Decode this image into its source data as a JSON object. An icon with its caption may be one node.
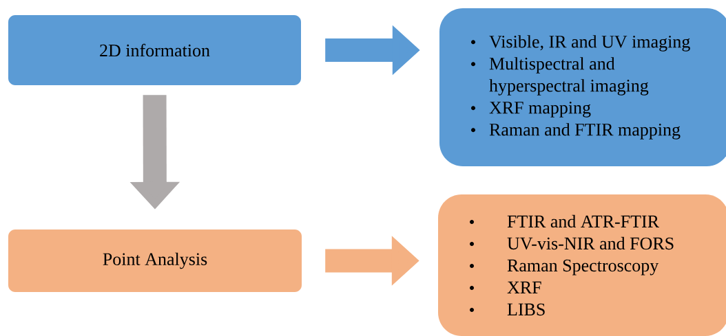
{
  "diagram": {
    "nodes": [
      {
        "text": [
          "2D information"
        ]
      },
      {
        "text": [
          "Visible, IR and UV imaging",
          "Multispectral and hyperspectral imaging",
          "XRF mapping",
          "Raman and FTIR mapping"
        ]
      },
      {
        "text": [
          "Point Analysis"
        ]
      },
      {
        "text": [
          "FTIR and ATR-FTIR",
          "UV-vis-NIR and FORS",
          "Raman Spectroscopy",
          "XRF",
          "LIBS"
        ]
      }
    ],
    "edges": [
      {
        "from": 0,
        "to": 1,
        "arrow": "to",
        "color": "#5b9bd5"
      },
      {
        "from": 0,
        "to": 2,
        "arrow": "to",
        "color": "#aeaaaa"
      },
      {
        "from": 2,
        "to": 3,
        "arrow": "to",
        "color": "#f4b183"
      }
    ]
  }
}
